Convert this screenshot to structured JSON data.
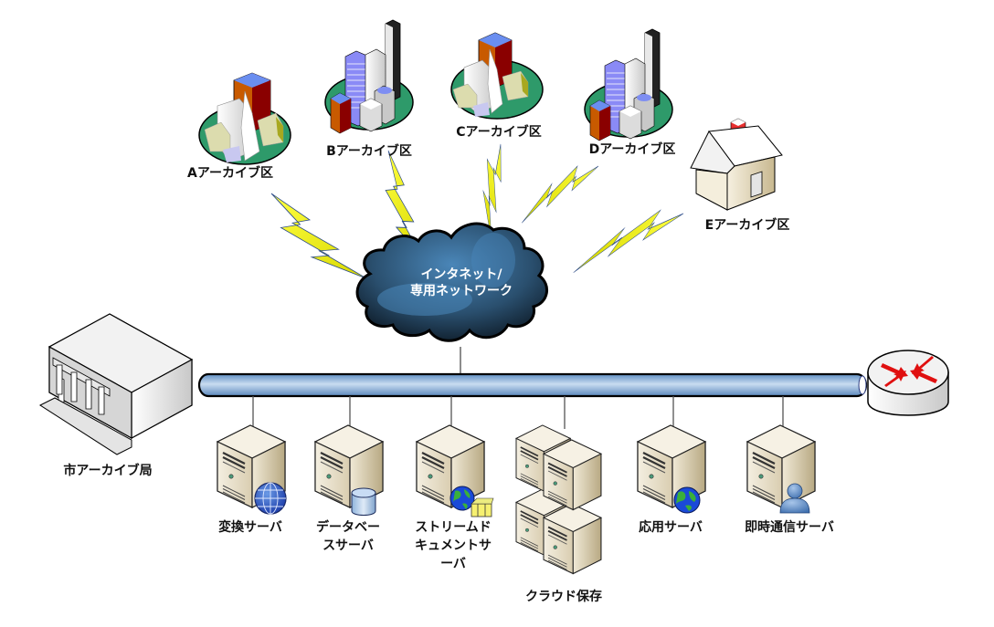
{
  "diagram": {
    "type": "network-topology",
    "cloud": {
      "label": "インタネット/\n専用ネットワーク",
      "icon": "cloud-icon"
    },
    "districts": [
      {
        "id": "A",
        "label": "Aアーカイブ区",
        "icon": "church-town-icon"
      },
      {
        "id": "B",
        "label": "Bアーカイブ区",
        "icon": "city-buildings-icon"
      },
      {
        "id": "C",
        "label": "Cアーカイブ区",
        "icon": "church-town-icon"
      },
      {
        "id": "D",
        "label": "Dアーカイブ区",
        "icon": "city-buildings-icon"
      },
      {
        "id": "E",
        "label": "Eアーカイブ区",
        "icon": "house-icon"
      }
    ],
    "hq": {
      "label": "市アーカイブ局",
      "icon": "government-building-icon"
    },
    "router": {
      "icon": "router-icon"
    },
    "bus": {
      "icon": "ethernet-bus"
    },
    "servers": [
      {
        "label": "変換サーバ",
        "badge": "globe-wireframe-icon"
      },
      {
        "label": "データベー\nスサーバ",
        "badge": "database-cylinder-icon"
      },
      {
        "label": "ストリームド\nキュメントサ\nーバ",
        "badge": "globe-film-icon"
      },
      {
        "label": "クラウド保存",
        "badge": "server-cluster-icon"
      },
      {
        "label": "応用サーバ",
        "badge": "globe-icon"
      },
      {
        "label": "即時通信サーバ",
        "badge": "user-icon"
      }
    ],
    "colors": {
      "bus_fill": "#8fb4dc",
      "cloud_fill": "#2e5878",
      "lightning": "#f0f000",
      "server_body": "#e8dfc8",
      "ground": "#2e9a6a",
      "router_arrow": "#e01010"
    }
  }
}
